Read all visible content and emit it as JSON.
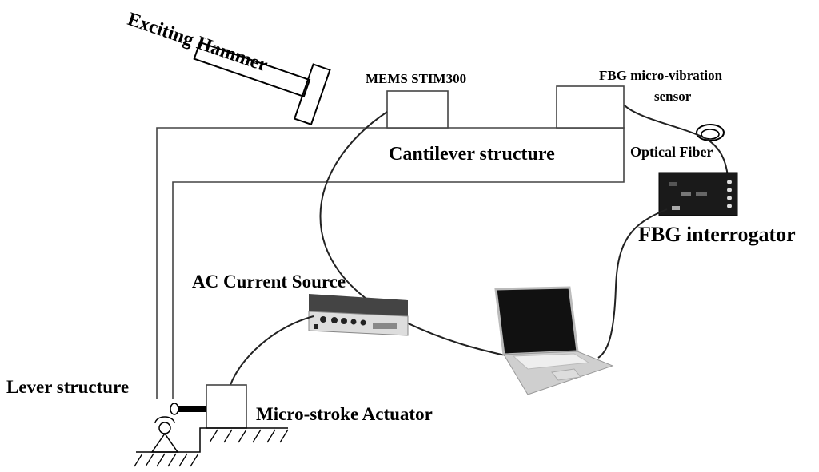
{
  "labels": {
    "exciting_hammer": "Exciting Hammer",
    "mems": "MEMS STIM300",
    "fbg_sensor_line1": "FBG micro-vibration",
    "fbg_sensor_line2": "sensor",
    "cantilever": "Cantilever structure",
    "optical_fiber": "Optical Fiber",
    "fbg_interrogator": "FBG interrogator",
    "ac_source": "AC Current Source",
    "lever": "Lever structure",
    "actuator": "Micro-stroke Actuator"
  },
  "colors": {
    "line": "#000000",
    "structure_line": "#333333",
    "device_dark": "#1a1a1a",
    "device_silver": "#c8c8c8"
  }
}
